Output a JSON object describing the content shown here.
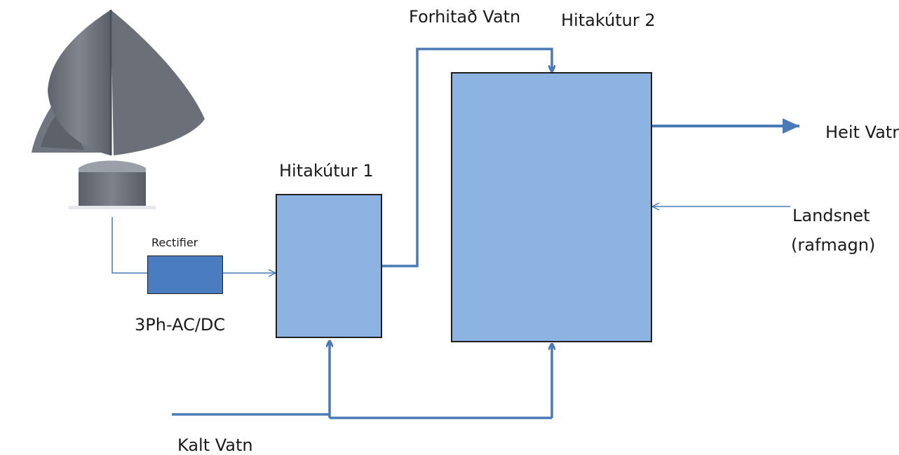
{
  "colors": {
    "line": "#4a7ab5",
    "tank_fill": "#8db3e2",
    "tank_border": "#1f1f1f",
    "rectifier_fill": "#4a7dc0",
    "turbine": "#6f747d"
  },
  "labels": {
    "rectifier": "Rectifier",
    "rectifier_type": "3Ph-AC/DC",
    "tank1": "Hitakútur 1",
    "tank2": "Hitakútur 2",
    "preheated_water": "Forhitað Vatn",
    "hot_water": "Heit Vatn",
    "grid_line1": "Landsnet",
    "grid_line2": "(rafmagn)",
    "cold_water": "Kalt Vatn"
  }
}
